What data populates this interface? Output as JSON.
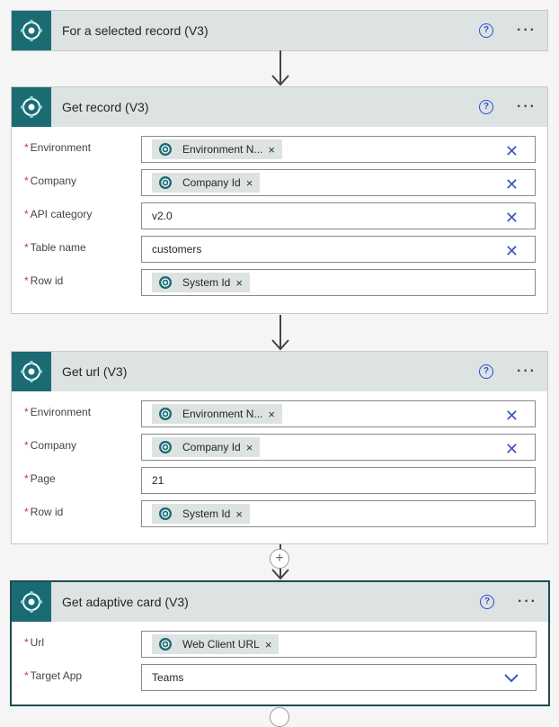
{
  "cards": [
    {
      "title": "For a selected record (V3)"
    },
    {
      "title": "Get record (V3)",
      "fields": [
        {
          "label": "Environment",
          "token": "Environment N...",
          "clear": true
        },
        {
          "label": "Company",
          "token": "Company Id",
          "clear": true
        },
        {
          "label": "API category",
          "value": "v2.0",
          "clear": true
        },
        {
          "label": "Table name",
          "value": "customers",
          "clear": true
        },
        {
          "label": "Row id",
          "token": "System Id",
          "clear": false
        }
      ]
    },
    {
      "title": "Get url (V3)",
      "fields": [
        {
          "label": "Environment",
          "token": "Environment N...",
          "clear": true
        },
        {
          "label": "Company",
          "token": "Company Id",
          "clear": true
        },
        {
          "label": "Page",
          "value": "21",
          "clear": false
        },
        {
          "label": "Row id",
          "token": "System Id",
          "clear": false
        }
      ]
    },
    {
      "title": "Get adaptive card (V3)",
      "fields": [
        {
          "label": "Url",
          "token": "Web Client URL",
          "clear": false
        },
        {
          "label": "Target App",
          "value": "Teams",
          "dropdown": true
        }
      ]
    }
  ],
  "icons": {
    "help": "?",
    "more": "···",
    "token_remove": "×",
    "clear": "✕",
    "add": "+"
  },
  "colors": {
    "brand": "#1b6b73",
    "header_bg": "#dde3e3",
    "required": "#d13438",
    "accent": "#3a56c9"
  }
}
